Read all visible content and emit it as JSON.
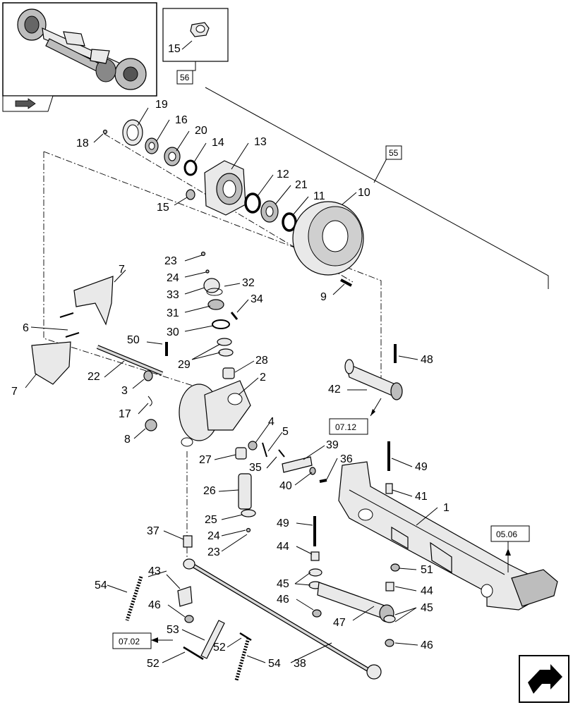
{
  "thumbnail_label": "",
  "nav_icon": "back-arrow-icon",
  "detail_callout": "15",
  "reference_boxes": {
    "r56": "56",
    "r55": "55",
    "r0712": "07.12",
    "r0506": "05.06",
    "r0702": "07.02"
  },
  "callouts": [
    "19",
    "16",
    "20",
    "14",
    "13",
    "18",
    "12",
    "21",
    "11",
    "10",
    "15",
    "9",
    "23",
    "24",
    "33",
    "32",
    "31",
    "34",
    "30",
    "7",
    "6",
    "29",
    "28",
    "50",
    "2",
    "22",
    "3",
    "17",
    "8",
    "4",
    "5",
    "27",
    "35",
    "39",
    "36",
    "40",
    "26",
    "25",
    "24",
    "23",
    "37",
    "42",
    "48",
    "49",
    "41",
    "1",
    "49",
    "44",
    "45",
    "46",
    "47",
    "51",
    "44",
    "45",
    "46",
    "43",
    "54",
    "46",
    "53",
    "52",
    "52",
    "54",
    "38",
    "7"
  ],
  "colors": {
    "line": "#000000",
    "part_fill": "#e9e9e9",
    "part_shade": "#bdbdbd",
    "background": "#ffffff"
  }
}
